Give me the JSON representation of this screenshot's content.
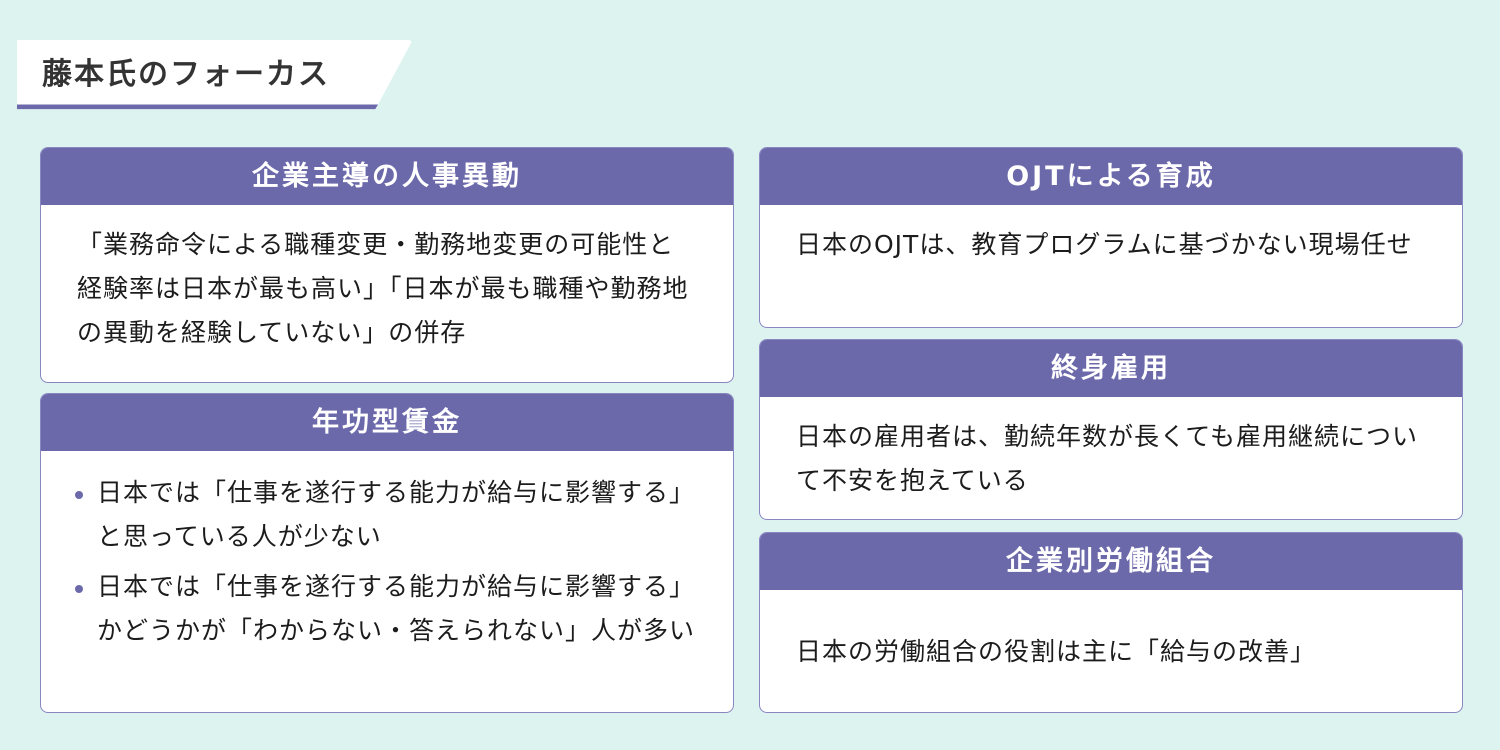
{
  "title": "藤本氏のフォーカス",
  "colors": {
    "background": "#dcf3f0",
    "header": "#6c69ab",
    "border": "#8a86c2",
    "bullet": "#6c69ab"
  },
  "cards": [
    {
      "heading": "企業主導の人事異動",
      "body": "「業務命令による職種変更・勤務地変更の可能性と経験率は日本が最も高い」「日本が最も職種や勤務地の異動を経験していない」の併存"
    },
    {
      "heading": "年功型賃金",
      "bullets": [
        "日本では「仕事を遂行する能力が給与に影響する」と思っている人が少ない",
        "日本では「仕事を遂行する能力が給与に影響する」かどうかが「わからない・答えられない」人が多い"
      ]
    },
    {
      "heading": "OJTによる育成",
      "body": "日本のOJTは、教育プログラムに基づかない現場任せ"
    },
    {
      "heading": "終身雇用",
      "body": "日本の雇用者は、勤続年数が長くても雇用継続について不安を抱えている"
    },
    {
      "heading": "企業別労働組合",
      "body": "日本の労働組合の役割は主に「給与の改善」"
    }
  ]
}
